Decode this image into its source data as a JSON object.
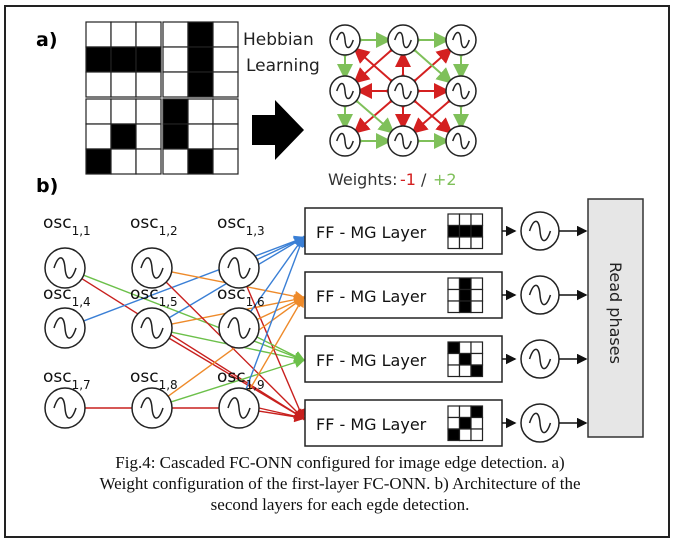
{
  "panel_a": {
    "label": "a)",
    "learning_label_line1": "Hebbian",
    "learning_label_line2": "Learning",
    "weights_prefix": "Weights:",
    "weight_negative": "-1",
    "weight_separator": "/",
    "weight_positive": "+2",
    "negative_color": "#d42020",
    "positive_color": "#7fc05a"
  },
  "panel_b": {
    "label": "b)",
    "oscillators": [
      {
        "base": "osc",
        "sub": "1,1"
      },
      {
        "base": "osc",
        "sub": "1,2"
      },
      {
        "base": "osc",
        "sub": "1,3"
      },
      {
        "base": "osc",
        "sub": "1,4"
      },
      {
        "base": "osc",
        "sub": "1,5"
      },
      {
        "base": "osc",
        "sub": "1,6"
      },
      {
        "base": "osc",
        "sub": "1,7"
      },
      {
        "base": "osc",
        "sub": "1,8"
      },
      {
        "base": "osc",
        "sub": "1,9"
      }
    ],
    "layers": [
      {
        "label": "FF - MG Layer",
        "color": "#3a7fd5"
      },
      {
        "label": "FF - MG Layer",
        "color": "#ee8a2a"
      },
      {
        "label": "FF - MG Layer",
        "color": "#6cc04a"
      },
      {
        "label": "FF - MG Layer",
        "color": "#c8201e"
      }
    ],
    "read_label": "Read phases"
  },
  "caption": {
    "line1": "Fig.4: Cascaded FC-ONN configured for image edge detection. a)",
    "line2": "Weight configuration of the first-layer FC-ONN. b) Architecture of the",
    "line3": "second layers for each egde detection."
  }
}
